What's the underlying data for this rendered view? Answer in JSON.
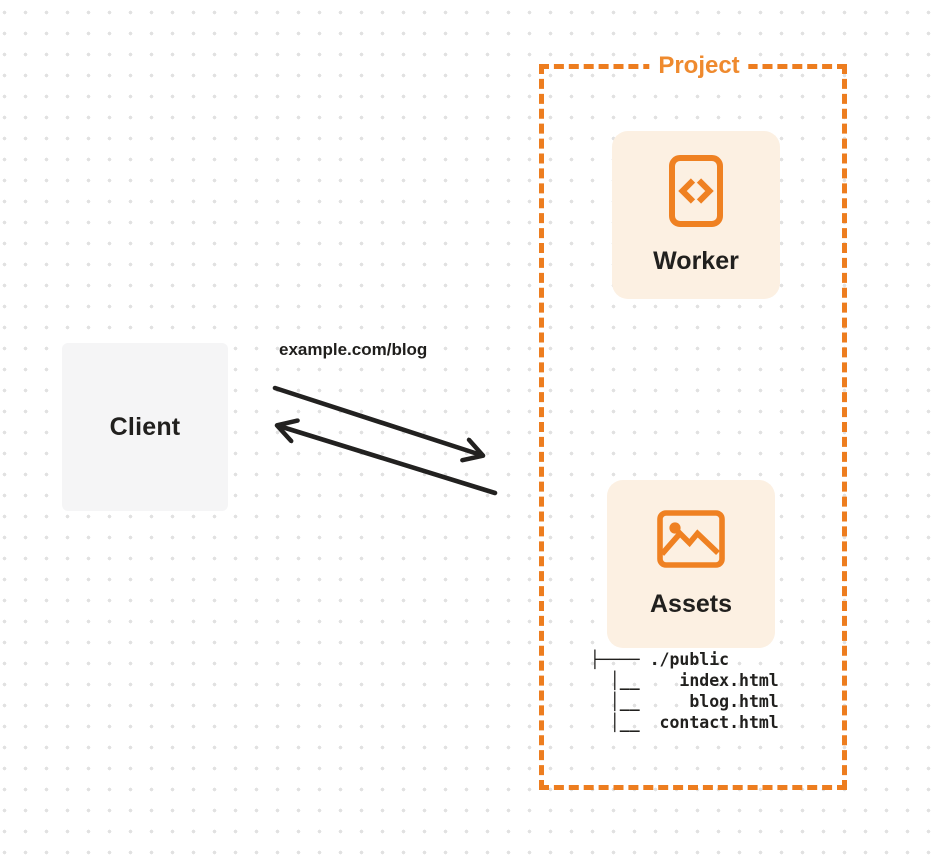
{
  "diagram": {
    "client": {
      "label": "Client"
    },
    "request": {
      "url_label": "example.com/blog"
    },
    "project": {
      "label": "Project",
      "worker": {
        "label": "Worker",
        "icon": "code-file-icon"
      },
      "assets": {
        "label": "Assets",
        "icon": "image-icon",
        "file_tree": {
          "root": "./public",
          "files": [
            "index.html",
            "blog.html",
            "contact.html"
          ],
          "ascii": "├──── ./public\n  │__    index.html\n  │__     blog.html\n  │__  contact.html"
        }
      }
    },
    "colors": {
      "accent_orange": "#ed7d1f",
      "project_label_orange": "#ef8a2e",
      "card_background": "#fcf0e2",
      "client_background": "#f5f5f6",
      "arrow_black": "#222120",
      "text_dark": "#21201e",
      "dot_grid": "#e1e1e1"
    }
  }
}
